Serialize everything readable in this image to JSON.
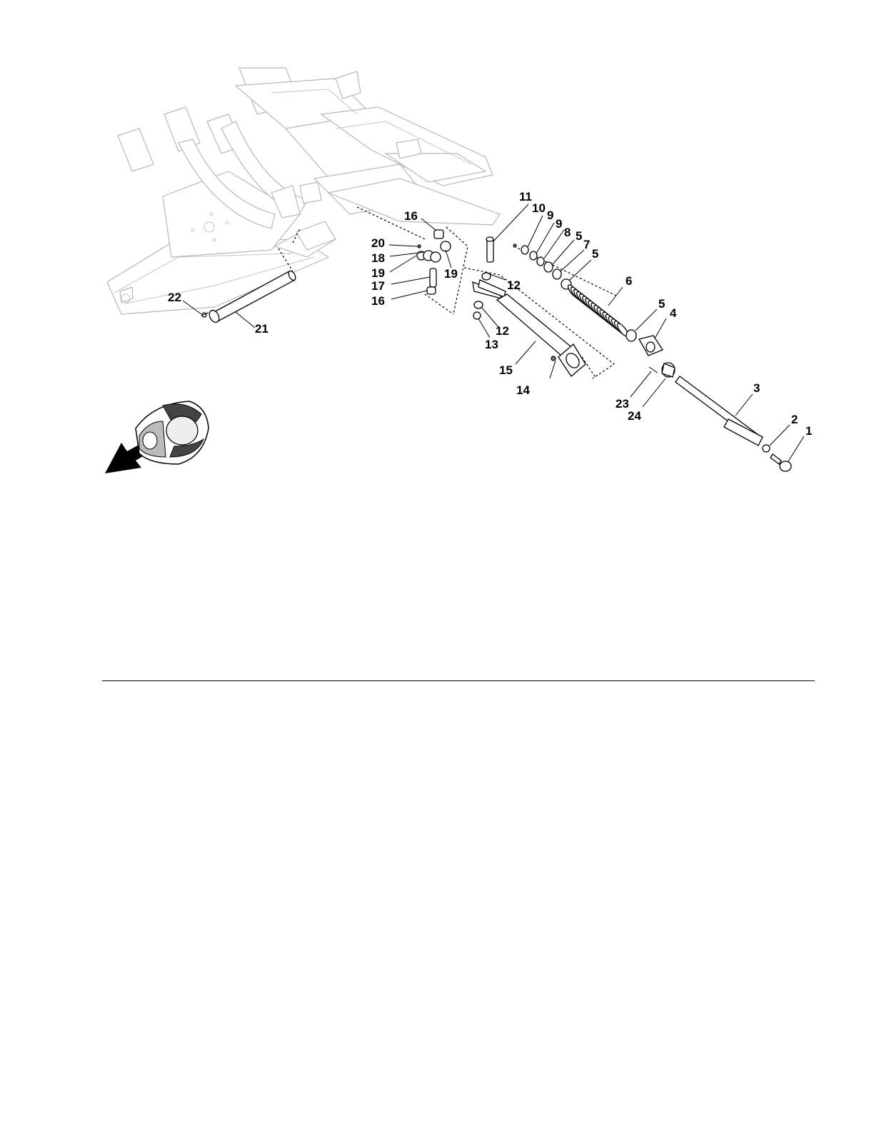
{
  "diagram": {
    "callouts": [
      {
        "id": "c1",
        "text": "1"
      },
      {
        "id": "c2",
        "text": "2"
      },
      {
        "id": "c3",
        "text": "3"
      },
      {
        "id": "c4",
        "text": "4"
      },
      {
        "id": "c5a",
        "text": "5"
      },
      {
        "id": "c5b",
        "text": "5"
      },
      {
        "id": "c5c",
        "text": "5"
      },
      {
        "id": "c6",
        "text": "6"
      },
      {
        "id": "c7",
        "text": "7"
      },
      {
        "id": "c8",
        "text": "8"
      },
      {
        "id": "c9a",
        "text": "9"
      },
      {
        "id": "c9b",
        "text": "9"
      },
      {
        "id": "c10",
        "text": "10"
      },
      {
        "id": "c11",
        "text": "11"
      },
      {
        "id": "c12a",
        "text": "12"
      },
      {
        "id": "c12b",
        "text": "12"
      },
      {
        "id": "c13",
        "text": "13"
      },
      {
        "id": "c14",
        "text": "14"
      },
      {
        "id": "c15",
        "text": "15"
      },
      {
        "id": "c16a",
        "text": "16"
      },
      {
        "id": "c16b",
        "text": "16"
      },
      {
        "id": "c17",
        "text": "17"
      },
      {
        "id": "c18",
        "text": "18"
      },
      {
        "id": "c19a",
        "text": "19"
      },
      {
        "id": "c19b",
        "text": "19"
      },
      {
        "id": "c20",
        "text": "20"
      },
      {
        "id": "c21",
        "text": "21"
      },
      {
        "id": "c22",
        "text": "22"
      },
      {
        "id": "c23",
        "text": "23"
      },
      {
        "id": "c24",
        "text": "24"
      }
    ]
  }
}
